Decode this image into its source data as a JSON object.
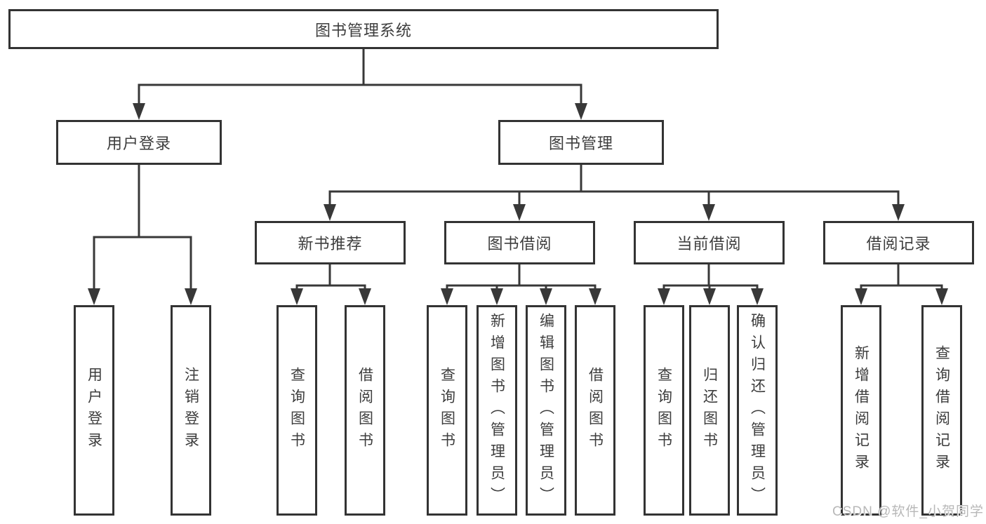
{
  "colors": {
    "line": "#383838",
    "box_border": "#333333",
    "text": "#3d3d3d",
    "background": "#ffffff",
    "watermark": "#b8b8b8"
  },
  "root": {
    "label": "图书管理系统"
  },
  "branches": [
    {
      "label": "用户登录",
      "children": [
        {
          "label": "用户登录"
        },
        {
          "label": "注销登录"
        }
      ]
    },
    {
      "label": "图书管理",
      "sections": [
        {
          "label": "新书推荐",
          "children": [
            {
              "label": "查询图书"
            },
            {
              "label": "借阅图书"
            }
          ]
        },
        {
          "label": "图书借阅",
          "children": [
            {
              "label": "查询图书"
            },
            {
              "label": "新增图书（管理员）"
            },
            {
              "label": "编辑图书（管理员）"
            },
            {
              "label": "借阅图书"
            }
          ]
        },
        {
          "label": "当前借阅",
          "children": [
            {
              "label": "查询图书"
            },
            {
              "label": "归还图书"
            },
            {
              "label": "确认归还（管理员）"
            }
          ]
        },
        {
          "label": "借阅记录",
          "children": [
            {
              "label": "新增借阅记录"
            },
            {
              "label": "查询借阅记录"
            }
          ]
        }
      ]
    }
  ],
  "watermark": {
    "text": "CSDN @软件_小贺同学"
  }
}
